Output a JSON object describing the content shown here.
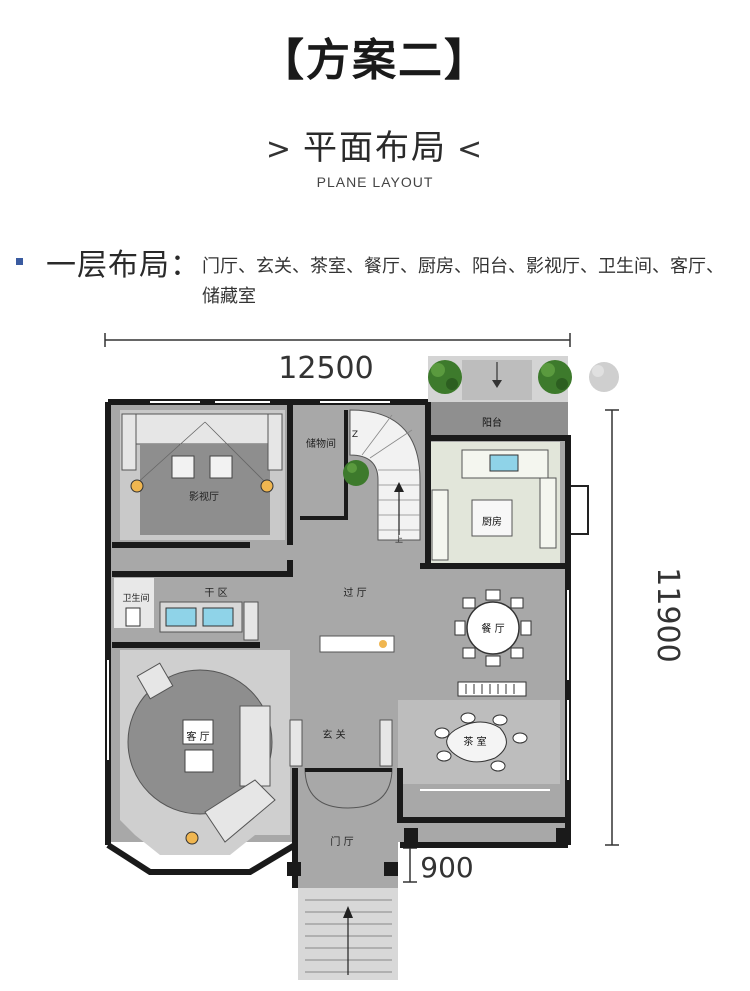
{
  "header": {
    "title": "【方案二】",
    "subtitle": "平面布局",
    "subtitle_left_glyph": ">",
    "subtitle_right_glyph": "<",
    "subtitle_en": "PLANE LAYOUT"
  },
  "floor": {
    "heading": "一层布局：",
    "rooms": "门厅、玄关、茶室、餐厅、厨房、阳台、影视厅、卫生间、客厅、储藏室"
  },
  "plan": {
    "dimensions": {
      "width": "12500",
      "height": "11900",
      "porch": "900"
    },
    "labels": {
      "balcony": "阳台",
      "storage": "储物间",
      "theater": "影视厅",
      "kitchen": "厨房",
      "bathroom": "卫生间",
      "dry_zone": "干 区",
      "hallway": "过 厅",
      "dining": "餐 厅",
      "living": "客 厅",
      "foyer": "玄 关",
      "tea_room": "茶 室",
      "entrance": "门 厅",
      "stair_up": "上",
      "stair_z": "Z"
    },
    "colors": {
      "floor": "#a8a8a8",
      "wall": "#1a1a1a",
      "theater_floor": "#8e8e8e",
      "kitchen_floor": "#e2e6da",
      "tree": "#3d7a2c"
    }
  }
}
